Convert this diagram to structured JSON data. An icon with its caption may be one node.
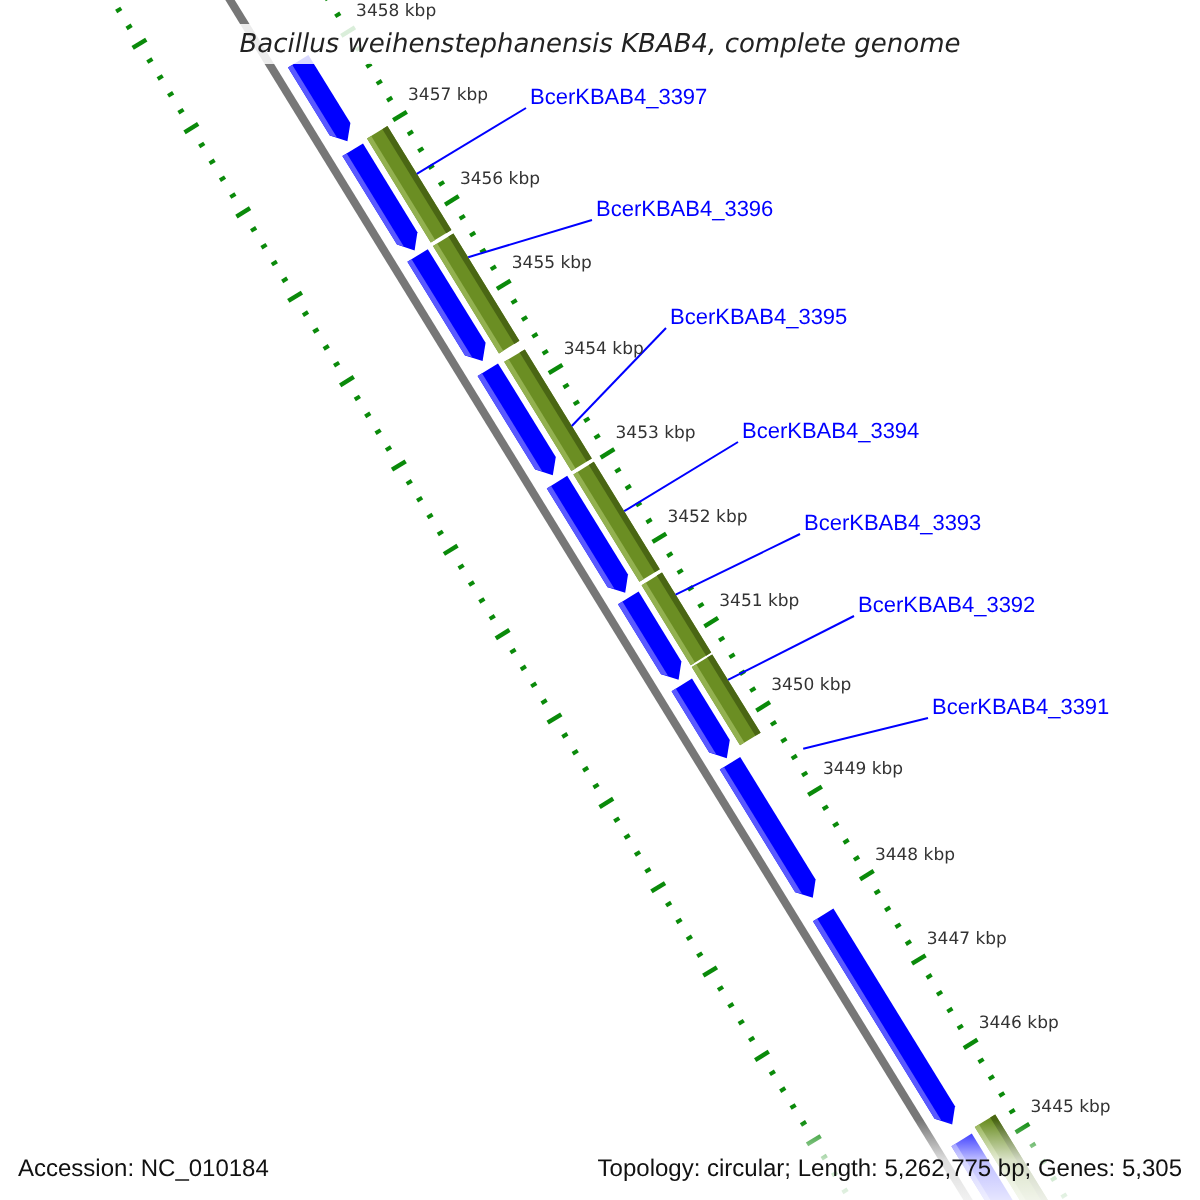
{
  "diagram": {
    "title": "Bacillus weihenstephanensis KBAB4, complete genome",
    "nodes": [
      {
        "text": [
          "BcerKBAB4_3397"
        ]
      },
      {
        "text": [
          "BcerKBAB4_3396"
        ]
      },
      {
        "text": [
          "BcerKBAB4_3395"
        ]
      },
      {
        "text": [
          "BcerKBAB4_3394"
        ]
      },
      {
        "text": [
          "BcerKBAB4_3393"
        ]
      },
      {
        "text": [
          "BcerKBAB4_3392"
        ]
      },
      {
        "text": [
          "BcerKBAB4_3391"
        ]
      },
      {
        "text": [],
        "shape": "bar"
      },
      {
        "text": [],
        "shape": "bar"
      },
      {
        "text": [],
        "shape": "bar"
      },
      {
        "text": [],
        "shape": "bar"
      },
      {
        "text": [],
        "shape": "bar"
      },
      {
        "text": [],
        "shape": "bar"
      },
      {
        "text": [],
        "shape": "bar"
      },
      {
        "text": [],
        "shape": "arrow"
      },
      {
        "text": [],
        "shape": "arrow"
      },
      {
        "text": [],
        "shape": "arrow"
      },
      {
        "text": [],
        "shape": "arrow"
      },
      {
        "text": [],
        "shape": "arrow"
      },
      {
        "text": [],
        "shape": "arrow"
      },
      {
        "text": [],
        "shape": "arrow"
      },
      {
        "text": [],
        "shape": "arrow"
      },
      {
        "text": [],
        "shape": "arrow"
      },
      {
        "text": [],
        "shape": "arrow"
      }
    ],
    "edges": [
      {
        "from": 0,
        "to": 7,
        "arrow": "none"
      },
      {
        "from": 1,
        "to": 8,
        "arrow": "none"
      },
      {
        "from": 2,
        "to": 9,
        "arrow": "none"
      },
      {
        "from": 3,
        "to": 10,
        "arrow": "none"
      },
      {
        "from": 4,
        "to": 11,
        "arrow": "none"
      },
      {
        "from": 5,
        "to": 12,
        "arrow": "none"
      },
      {
        "from": 6,
        "to": null,
        "arrow": "none"
      }
    ],
    "labels": [
      "3458 kbp",
      "3457 kbp",
      "3456 kbp",
      "3455 kbp",
      "3454 kbp",
      "3453 kbp",
      "3452 kbp",
      "3451 kbp",
      "3450 kbp",
      "3449 kbp",
      "3448 kbp",
      "3447 kbp",
      "3446 kbp",
      "3445 kbp",
      "Accession: NC_010184",
      "Topology: circular; Length: 5,262,775 bp; Genes: 5,305"
    ]
  }
}
